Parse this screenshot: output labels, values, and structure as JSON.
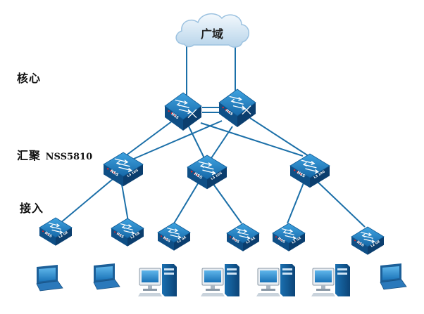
{
  "labels": {
    "wan": "广域",
    "core": "核心",
    "aggregation": "汇聚",
    "aggregation_model": "NSS5810",
    "access": "接入"
  },
  "device_text": {
    "brand": "NSS",
    "l3_10g": "L3 10G",
    "l2_ge": "L2 GE"
  },
  "colors": {
    "link": "#1b6fa8",
    "device_top": "#1f86c8",
    "device_side": "#0f4f86",
    "cloud": "#dcebf7",
    "indicator": "#e0262b"
  },
  "icons": [
    "cloud-icon",
    "core-switch-icon",
    "aggregation-switch-icon",
    "access-switch-icon",
    "laptop-icon",
    "desktop-pc-icon"
  ]
}
